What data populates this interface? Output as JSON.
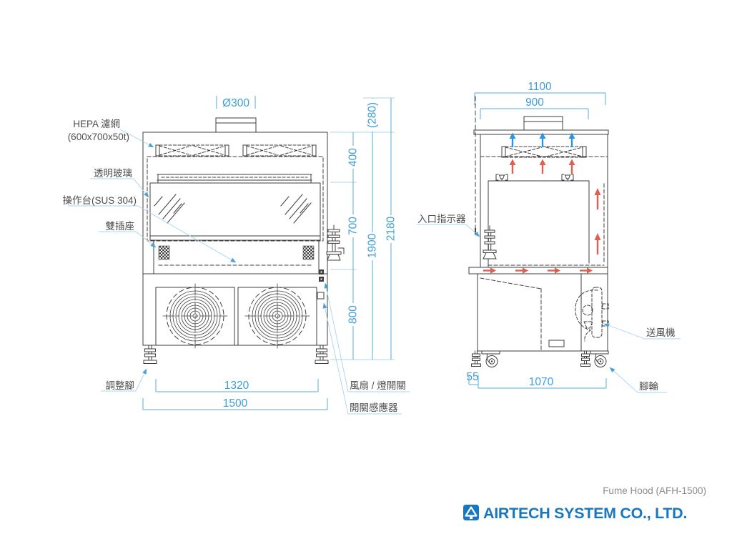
{
  "meta": {
    "product_title": "Fume Hood  (AFH-1500)",
    "company": "AIRTECH SYSTEM CO., LTD."
  },
  "front_view": {
    "callouts": {
      "hepa_filter": "HEPA 濾網",
      "hepa_filter_size": "(600x700x50t)",
      "clear_glass": "透明玻璃",
      "work_table": "操作台(SUS 304)",
      "dual_socket": "雙插座",
      "leveling_foot": "調整腳",
      "fan_light_switch": "風扇 / 燈開關",
      "switch_sensor": "開關感應器"
    },
    "dimensions": {
      "duct_diameter": "Ø300",
      "duct_height": "(280)",
      "top_section": "400",
      "chamber": "700",
      "base": "800",
      "body_height": "1900",
      "total_height": "2180",
      "foot_span": "1320",
      "total_width": "1500"
    }
  },
  "side_view": {
    "callouts": {
      "inlet_indicator": "入口指示器",
      "blower": "送風機",
      "caster": "腳輪"
    },
    "dimensions": {
      "total_depth": "1100",
      "inner_depth": "900",
      "front_offset": "55",
      "base_depth": "1070"
    }
  },
  "colors": {
    "dimension_blue": "#3f9fd8",
    "label_gray": "#4e4e4e",
    "line_dark": "#3f3f3f",
    "flow_red": "#dd6055",
    "flow_blue": "#2d94dd",
    "brand_blue": "#1878bf",
    "title_gray": "#8c8c8c"
  }
}
